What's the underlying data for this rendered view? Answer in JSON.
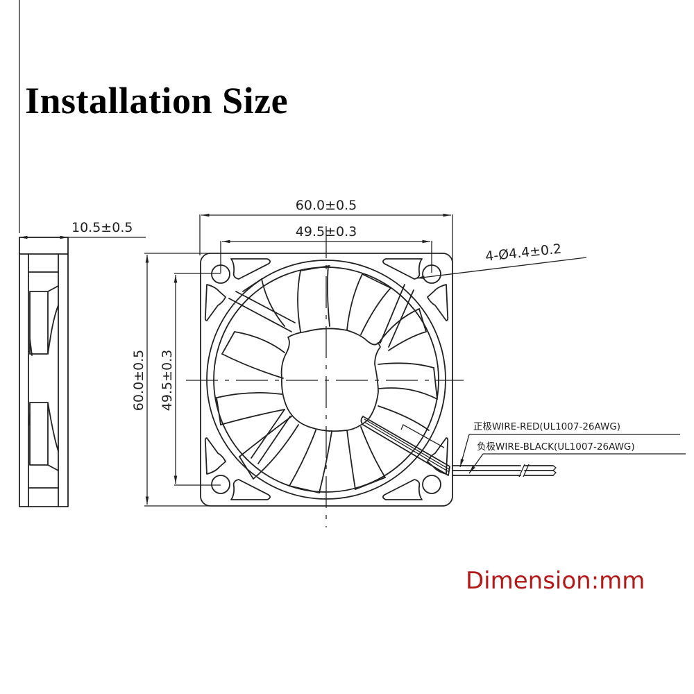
{
  "title": "Installation Size",
  "units_note": "Dimension:mm",
  "units_color": "#b21a1a",
  "side_view": {
    "thickness_label": "10.5±0.5"
  },
  "front_view": {
    "overall_width_label": "60.0±0.5",
    "hole_spacing_width_label": "49.5±0.3",
    "overall_height_label": "60.0±0.5",
    "hole_spacing_height_label": "49.5±0.3",
    "mounting_holes_label": "4-Ø4.4±0.2"
  },
  "wires": [
    {
      "label": "正极WIRE-RED(UL1007-26AWG)",
      "color_name": "red"
    },
    {
      "label": "负极WIRE-BLACK(UL1007-26AWG)",
      "color_name": "black"
    }
  ]
}
